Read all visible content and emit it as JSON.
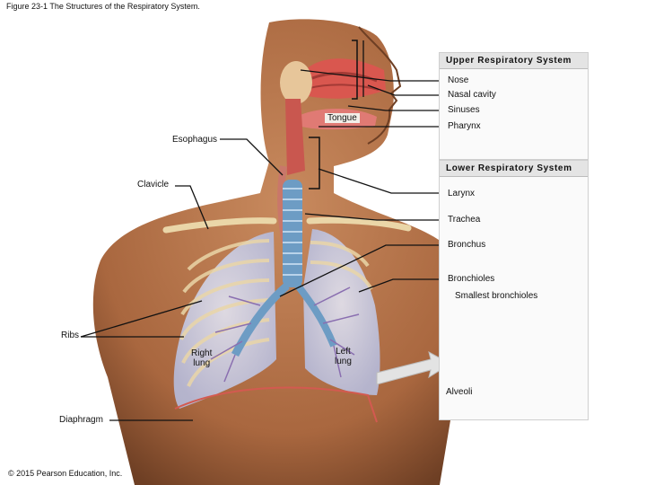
{
  "figure_title": "Figure 23-1 The Structures of the Respiratory System.",
  "copyright": "© 2015 Pearson Education, Inc.",
  "upper_panel": {
    "heading": "Upper Respiratory System",
    "labels": {
      "nose": "Nose",
      "nasal_cavity": "Nasal cavity",
      "sinuses": "Sinuses",
      "pharynx": "Pharynx"
    }
  },
  "lower_panel": {
    "heading": "Lower Respiratory System",
    "labels": {
      "larynx": "Larynx",
      "trachea": "Trachea",
      "bronchus": "Bronchus",
      "bronchioles": "Bronchioles",
      "smallest_bronchioles": "Smallest bronchioles",
      "alveoli": "Alveoli"
    }
  },
  "body_labels": {
    "tongue": "Tongue",
    "esophagus": "Esophagus",
    "clavicle": "Clavicle",
    "ribs": "Ribs",
    "diaphragm": "Diaphragm",
    "right_lung": "Right\nlung",
    "left_lung": "Left\nlung"
  },
  "colors": {
    "skin": "#b9764d",
    "skin_dark": "#7e4a2c",
    "lung": "#c9cde6",
    "airway": "#6d9cc4",
    "nasal": "#d9574f",
    "bone": "#ead6a8",
    "alveoli": "#e9b06a",
    "panel_bg": "#e4e4e4"
  }
}
